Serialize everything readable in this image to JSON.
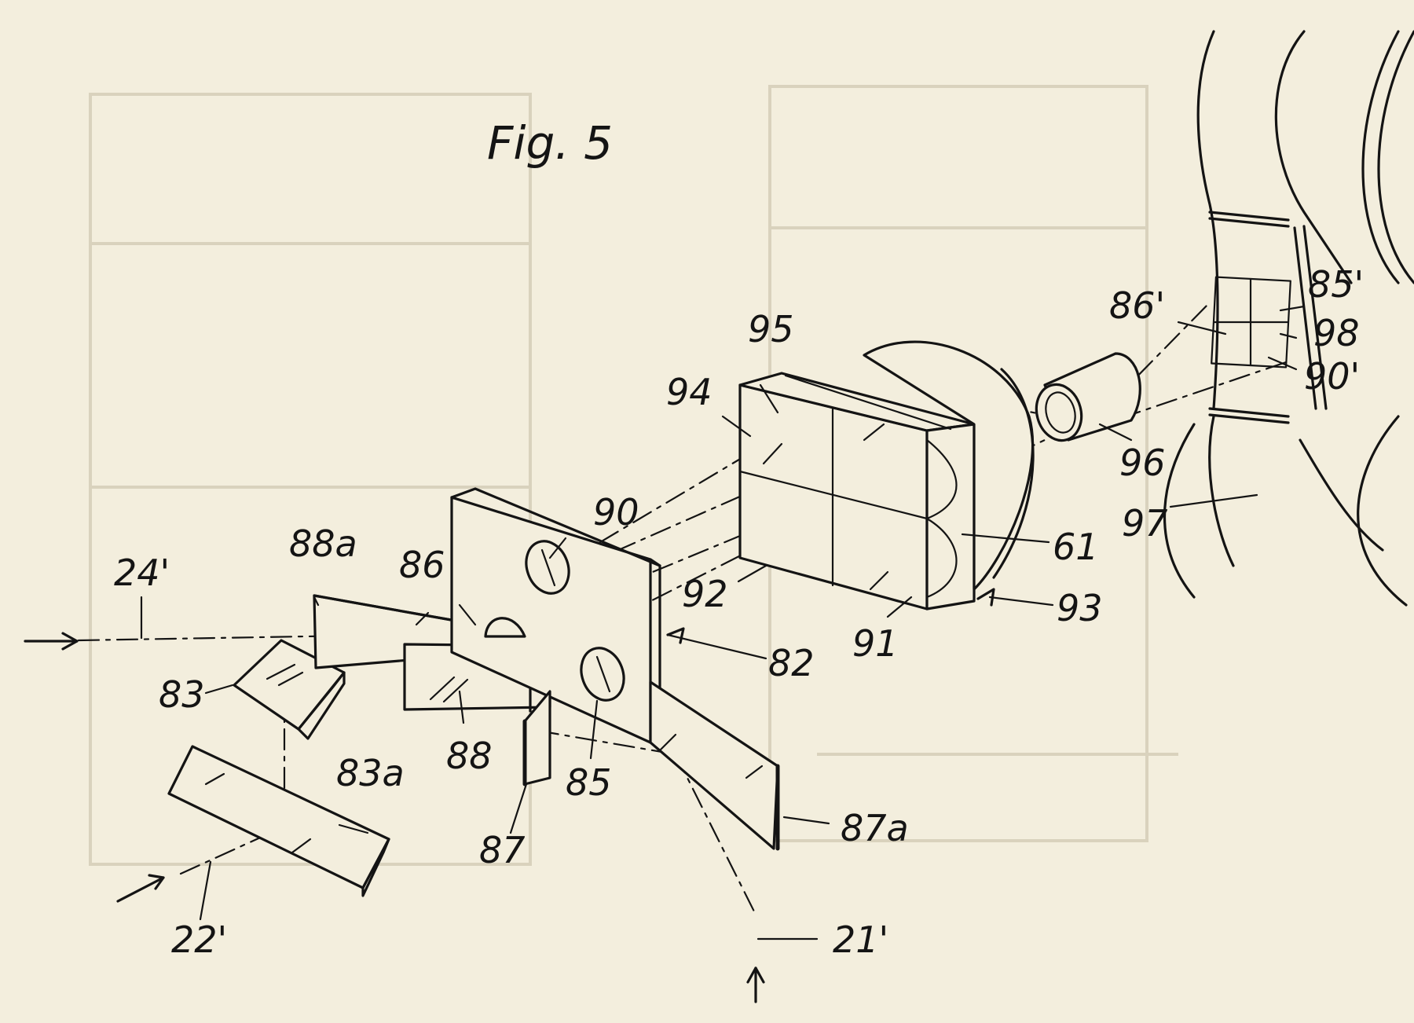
{
  "figure": {
    "title": "Fig. 5",
    "labels": {
      "l95": "95",
      "l94": "94",
      "l86p": "86'",
      "l85p": "85'",
      "l98": "98",
      "l90p": "90'",
      "l96": "96",
      "l97": "97",
      "l90": "90",
      "l88a": "88a",
      "l86": "86",
      "l24p": "24'",
      "l92": "92",
      "l61": "61",
      "l93": "93",
      "l82": "82",
      "l91": "91",
      "l83": "83",
      "l88": "88",
      "l83a": "83a",
      "l85": "85",
      "l87": "87",
      "l87a": "87a",
      "l22p": "22'",
      "l21p": "21'"
    }
  }
}
